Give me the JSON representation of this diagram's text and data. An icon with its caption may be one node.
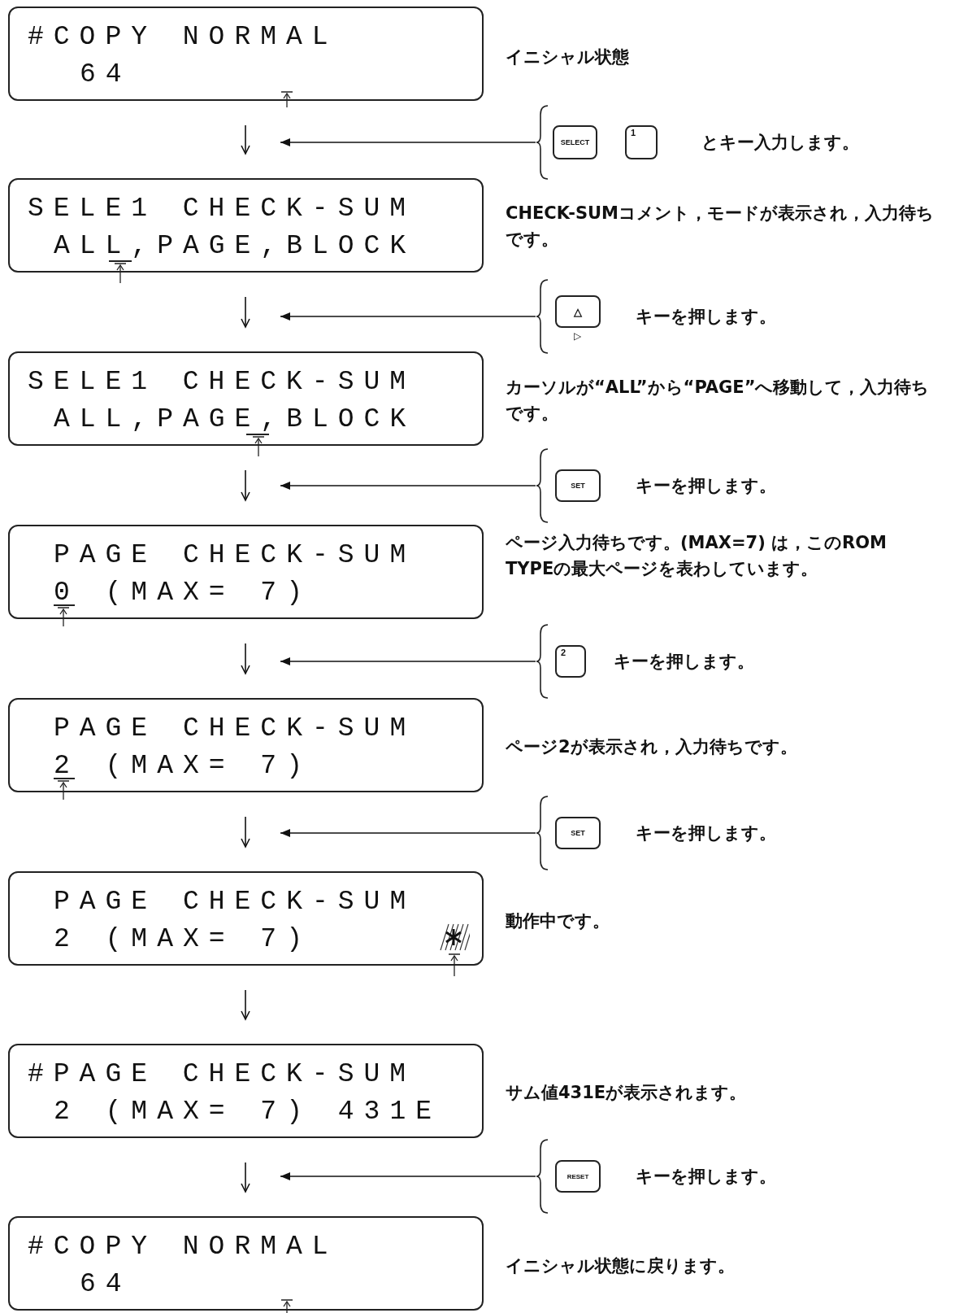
{
  "diagram": {
    "nodes": [
      {
        "text": [
          "#COPY NORMAL",
          "64"
        ],
        "beside": [
          "イニシャル状態"
        ]
      },
      {
        "text": [
          "とキー入力します。"
        ]
      },
      {
        "text": [
          "SELECT"
        ],
        "in": 1
      },
      {
        "text": [
          "1"
        ],
        "in": 1
      },
      {
        "text": [
          "SELE1 CHECK-SUM",
          "ALL,PAGE,BLOCK"
        ],
        "beside": [
          "CHECK-SUMコメント，モードが表示され，入力待ちです。"
        ]
      },
      {
        "text": [
          "キーを押します。"
        ]
      },
      {
        "text": [
          "△"
        ],
        "in": 5,
        "beside": [
          "▷"
        ]
      },
      {
        "text": [
          "SELE1 CHECK-SUM",
          "ALL,PAGE,BLOCK"
        ],
        "beside": [
          "カーソルが“ALL”から“PAGE”へ移動して，入力待ちです。"
        ]
      },
      {
        "text": [
          "キーを押します。"
        ]
      },
      {
        "text": [
          "SET"
        ],
        "in": 8
      },
      {
        "text": [
          "PAGE CHECK-SUM",
          "0 (MAX= 7)"
        ],
        "beside": [
          "ページ入力待ちです。(MAX=7) は，このROM TYPEの最大ページを表わしています。"
        ]
      },
      {
        "text": [
          "キーを押します。"
        ]
      },
      {
        "text": [
          "2"
        ],
        "in": 11
      },
      {
        "text": [
          "PAGE CHECK-SUM",
          "2 (MAX= 7)"
        ],
        "beside": [
          "ページ2が表示され，入力待ちです。"
        ]
      },
      {
        "text": [
          "キーを押します。"
        ]
      },
      {
        "text": [
          "SET"
        ],
        "in": 14
      },
      {
        "text": [
          "PAGE CHECK-SUM",
          "2 (MAX= 7)"
        ],
        "beside": [
          "動作中です。"
        ]
      },
      {
        "text": [
          "#PAGE CHECK-SUM",
          "2 (MAX= 7) 431E"
        ],
        "beside": [
          "サム値431Eが表示されます。"
        ]
      },
      {
        "text": [
          "キーを押します。"
        ]
      },
      {
        "text": [
          "RESET"
        ],
        "in": 18
      },
      {
        "text": [
          "#COPY NORMAL",
          "64"
        ],
        "beside": [
          "イニシャル状態に戻ります。"
        ]
      }
    ],
    "edges": [
      {
        "from": 0,
        "to": 4,
        "arrow": "to"
      },
      {
        "from": 4,
        "to": 7,
        "arrow": "to"
      },
      {
        "from": 7,
        "to": 10,
        "arrow": "to"
      },
      {
        "from": 10,
        "to": 13,
        "arrow": "to"
      },
      {
        "from": 13,
        "to": 16,
        "arrow": "to"
      },
      {
        "from": 16,
        "to": 17,
        "arrow": "to"
      },
      {
        "from": 17,
        "to": 20,
        "arrow": "to"
      },
      {
        "from": 1,
        "to": null,
        "arrow": "to"
      },
      {
        "from": 5,
        "to": null,
        "arrow": "to"
      },
      {
        "from": 8,
        "to": null,
        "arrow": "to"
      },
      {
        "from": 11,
        "to": null,
        "arrow": "to"
      },
      {
        "from": 14,
        "to": null,
        "arrow": "to"
      },
      {
        "from": 18,
        "to": null,
        "arrow": "to"
      }
    ]
  }
}
